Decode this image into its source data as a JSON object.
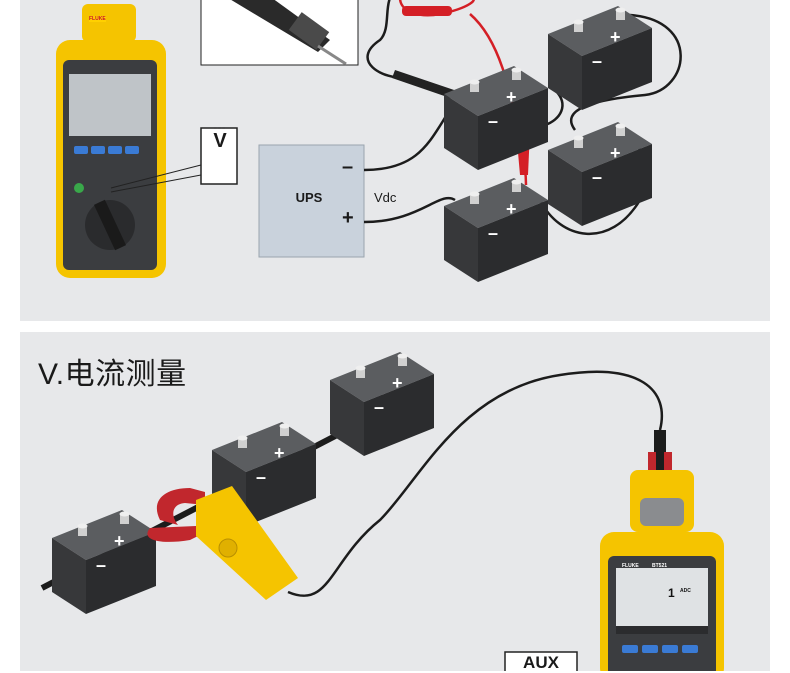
{
  "section_title": "V.电流测量",
  "ups": {
    "label": "UPS",
    "minus": "–",
    "plus": "+"
  },
  "vdc_label": "Vdc",
  "v_symbol": "V",
  "v_dc_mark": "---",
  "aux_label": "AUX",
  "battery_terminals": {
    "positive": "+",
    "negative": "–"
  },
  "meter": {
    "brand": "FLUKE",
    "model": "BT521",
    "screen_value": "1",
    "screen_unit": "ADC"
  },
  "colors": {
    "panel_bg": "#e7e8ea",
    "meter_yellow": "#f5c400",
    "meter_body": "#3b3d40",
    "screen": "#bfc4c8",
    "battery_top": "#5a5c5f",
    "battery_front": "#2e2f31",
    "probe_red": "#d41f26",
    "cable": "#1c1c1c",
    "ups_box": "#c9d2dc"
  },
  "icons": [
    "battery-icon",
    "test-probe-icon",
    "current-clamp-icon",
    "rotary-dial-icon",
    "dc-voltage-icon"
  ]
}
